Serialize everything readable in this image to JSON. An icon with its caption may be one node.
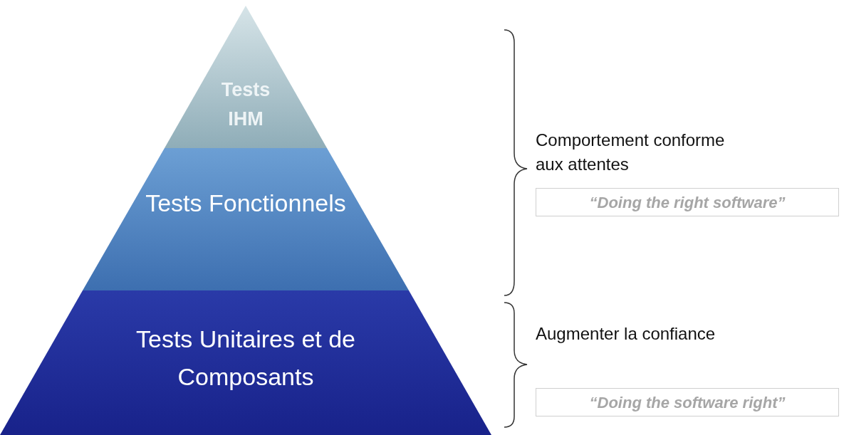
{
  "diagram": {
    "nodes": [
      {
        "text": [
          "Tests IHM"
        ]
      },
      {
        "text": [
          "Tests Fonctionnels"
        ]
      },
      {
        "text": [
          "Tests Unitaires et de Composants"
        ]
      },
      {
        "text": [
          "“Doing the right software”"
        ]
      },
      {
        "text": [
          "“Doing the software right”"
        ]
      }
    ],
    "labels": [
      "Comportement conforme aux attentes",
      "Augmenter la confiance"
    ]
  }
}
